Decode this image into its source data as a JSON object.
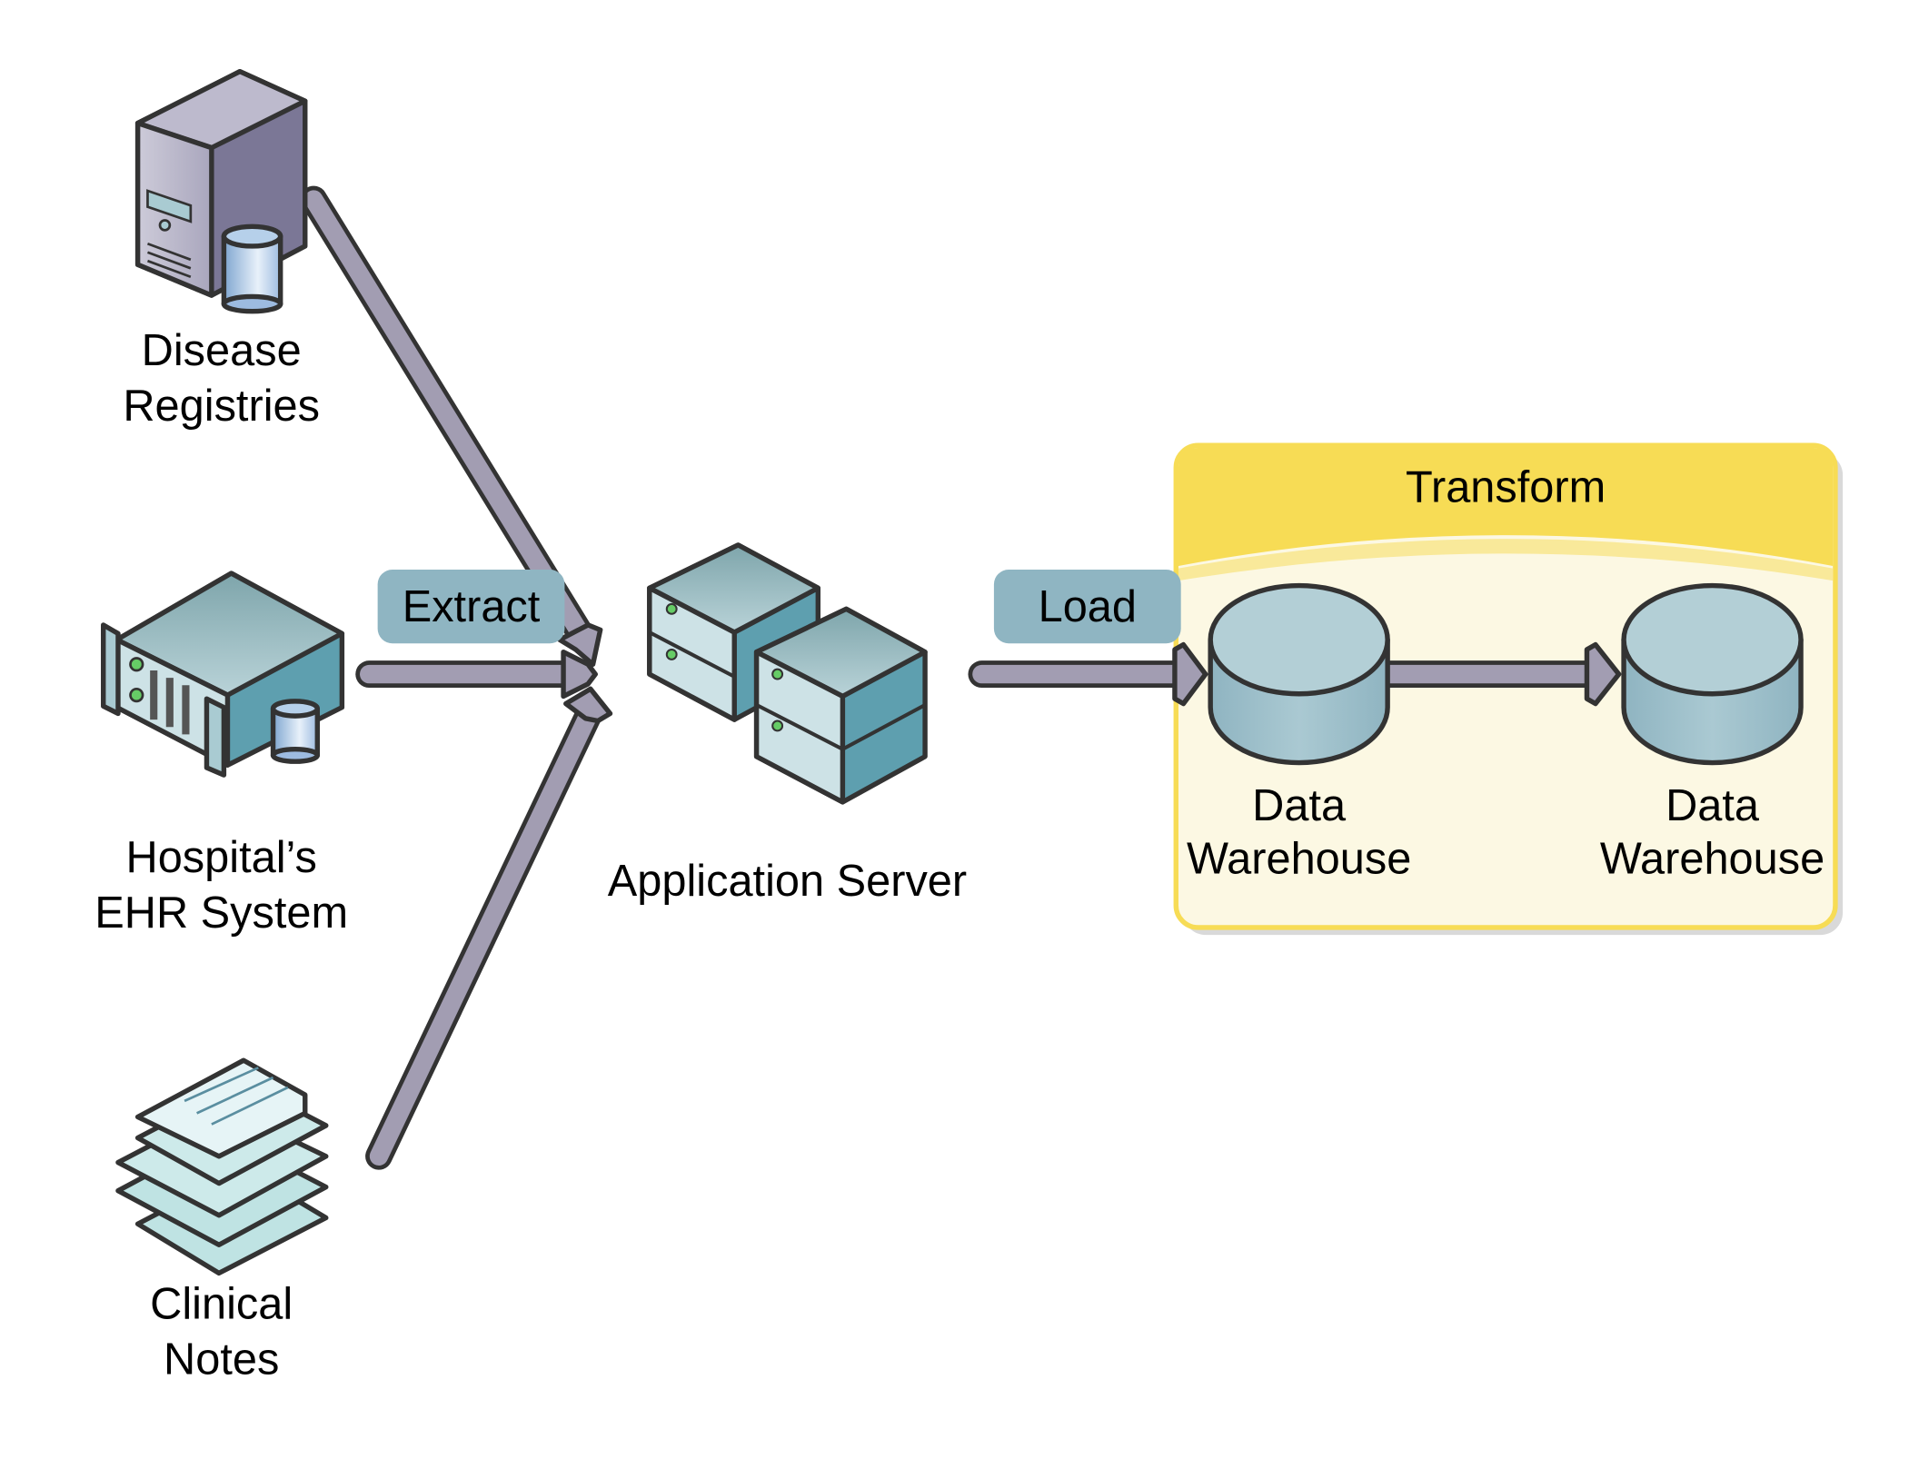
{
  "sources": [
    {
      "label_lines": [
        "Disease",
        "Registries"
      ],
      "icon": "tower-server-database-icon"
    },
    {
      "label_lines": [
        "Hospital’s",
        "EHR System"
      ],
      "icon": "rack-server-database-icon"
    },
    {
      "label_lines": [
        "Clinical",
        "Notes"
      ],
      "icon": "document-stack-icon"
    }
  ],
  "steps": {
    "extract": "Extract",
    "load": "Load",
    "transform": "Transform"
  },
  "app_server": {
    "label": "Application Server",
    "icon": "server-cluster-icon"
  },
  "warehouses": [
    {
      "label_lines": [
        "Data",
        "Warehouse"
      ],
      "icon": "database-cylinder-icon"
    },
    {
      "label_lines": [
        "Data",
        "Warehouse"
      ],
      "icon": "database-cylinder-icon"
    }
  ],
  "colors": {
    "arrow": "#a29db2",
    "step_badge": "#8fb5c2",
    "transform_header": "#f7dc55",
    "transform_body": "#fcf8e3",
    "cylinder": "#9fc1cb",
    "tower": "#8a86a3",
    "rack": "#7fb0bd"
  }
}
